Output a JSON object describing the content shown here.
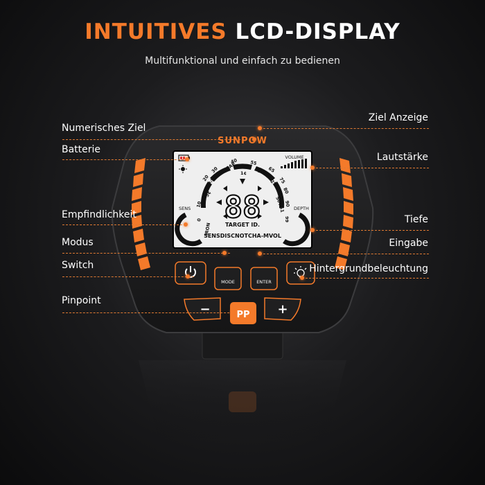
{
  "headline": {
    "accent": "INTUITIVES",
    "rest": " LCD-DISPLAY"
  },
  "subtitle": "Multifunktional und einfach zu bedienen",
  "labels": {
    "numerisches_ziel": "Numerisches Ziel",
    "batterie": "Batterie",
    "empfindlichkeit": "Empfindlichkeit",
    "modus": "Modus",
    "switch": "Switch",
    "pinpoint": "Pinpoint",
    "ziel_anzeige": "Ziel Anzeige",
    "lautstaerke": "Lautstärke",
    "tiefe": "Tiefe",
    "eingabe": "Eingabe",
    "hintergrund": "Hintergrundbeleuchtung"
  },
  "device": {
    "brand": "SUNPOW",
    "digits": "88",
    "target_id": "TARGET ID.",
    "mode_bar": "SENSDISCNOTCHA-MVOL",
    "volume": "VOLUME",
    "sens": "SENS",
    "depth": "DEPTH",
    "scale_left": [
      "0",
      "10",
      "IRON",
      "5¢",
      "20",
      "30"
    ],
    "scale_top": [
      "P-TAB",
      "S-CAP",
      "40",
      "1¢",
      "55",
      "10¢"
    ],
    "scale_right": [
      "65",
      "25¢",
      "75",
      "50¢",
      "80",
      "$1",
      "90",
      "99"
    ],
    "buttons": {
      "mode": "MODE",
      "enter": "ENTER",
      "pp": "PP",
      "minus": "−",
      "plus": "+"
    }
  },
  "colors": {
    "accent": "#f47a2a",
    "bg": "#0d0d0e",
    "device": "#1b1b1c",
    "lcd": "#eeeeee"
  },
  "icons": [
    "battery-icon",
    "backlight-sun-icon",
    "power-icon",
    "light-bulb-icon"
  ]
}
